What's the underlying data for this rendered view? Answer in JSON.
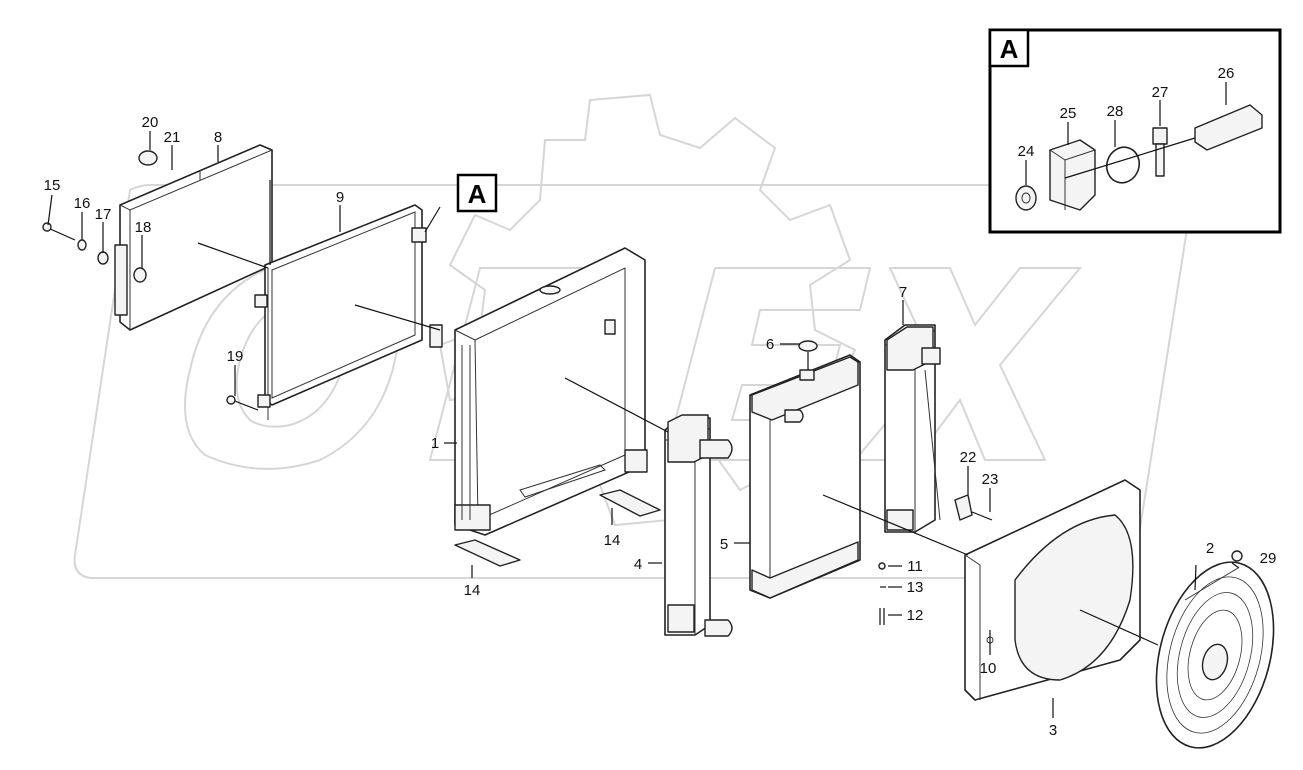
{
  "detail_labels": {
    "view_tag_main": "A",
    "view_tag_inset": "A"
  },
  "callouts": [
    {
      "id": "c1",
      "text": "1"
    },
    {
      "id": "c2",
      "text": "2"
    },
    {
      "id": "c3",
      "text": "3"
    },
    {
      "id": "c4",
      "text": "4"
    },
    {
      "id": "c5",
      "text": "5"
    },
    {
      "id": "c6",
      "text": "6"
    },
    {
      "id": "c7",
      "text": "7"
    },
    {
      "id": "c8",
      "text": "8"
    },
    {
      "id": "c9",
      "text": "9"
    },
    {
      "id": "c10",
      "text": "10"
    },
    {
      "id": "c11",
      "text": "11"
    },
    {
      "id": "c12",
      "text": "12"
    },
    {
      "id": "c13",
      "text": "13"
    },
    {
      "id": "c14a",
      "text": "14"
    },
    {
      "id": "c14b",
      "text": "14"
    },
    {
      "id": "c15",
      "text": "15"
    },
    {
      "id": "c16",
      "text": "16"
    },
    {
      "id": "c17",
      "text": "17"
    },
    {
      "id": "c18",
      "text": "18"
    },
    {
      "id": "c19",
      "text": "19"
    },
    {
      "id": "c20",
      "text": "20"
    },
    {
      "id": "c21",
      "text": "21"
    },
    {
      "id": "c22",
      "text": "22"
    },
    {
      "id": "c23",
      "text": "23"
    },
    {
      "id": "c24",
      "text": "24"
    },
    {
      "id": "c25",
      "text": "25"
    },
    {
      "id": "c26",
      "text": "26"
    },
    {
      "id": "c27",
      "text": "27"
    },
    {
      "id": "c28",
      "text": "28"
    },
    {
      "id": "c29",
      "text": "29"
    }
  ]
}
